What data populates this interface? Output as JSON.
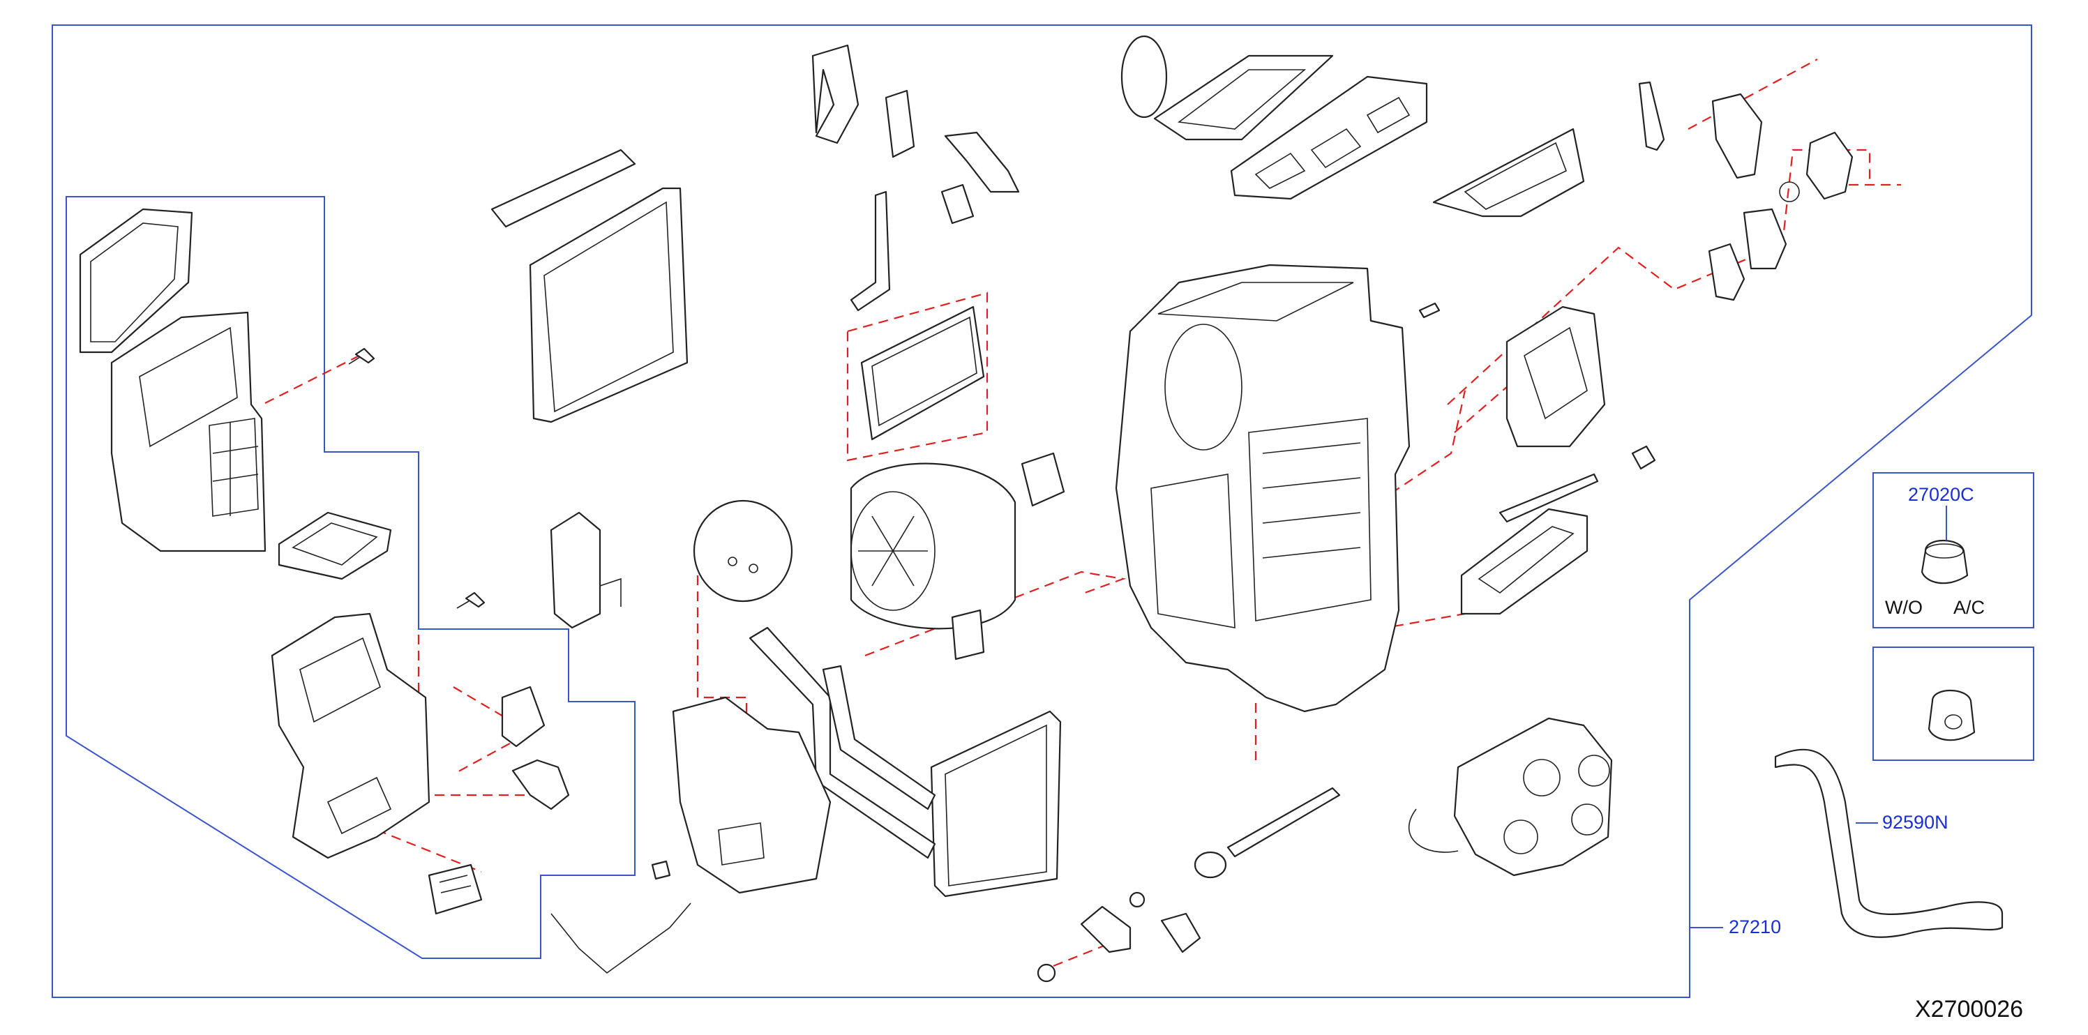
{
  "diagram": {
    "callouts": {
      "c27020C": "27020C",
      "c92590N": "92590N",
      "c27210": "27210"
    },
    "variant_labels": {
      "wo": "W/O",
      "ac": "A/C"
    },
    "drawing_code": "X2700026",
    "colors": {
      "frame": "#3a55c8",
      "callout_text": "#1a2fd0",
      "leader_dash": "#e02020",
      "line_art": "#222222"
    }
  }
}
